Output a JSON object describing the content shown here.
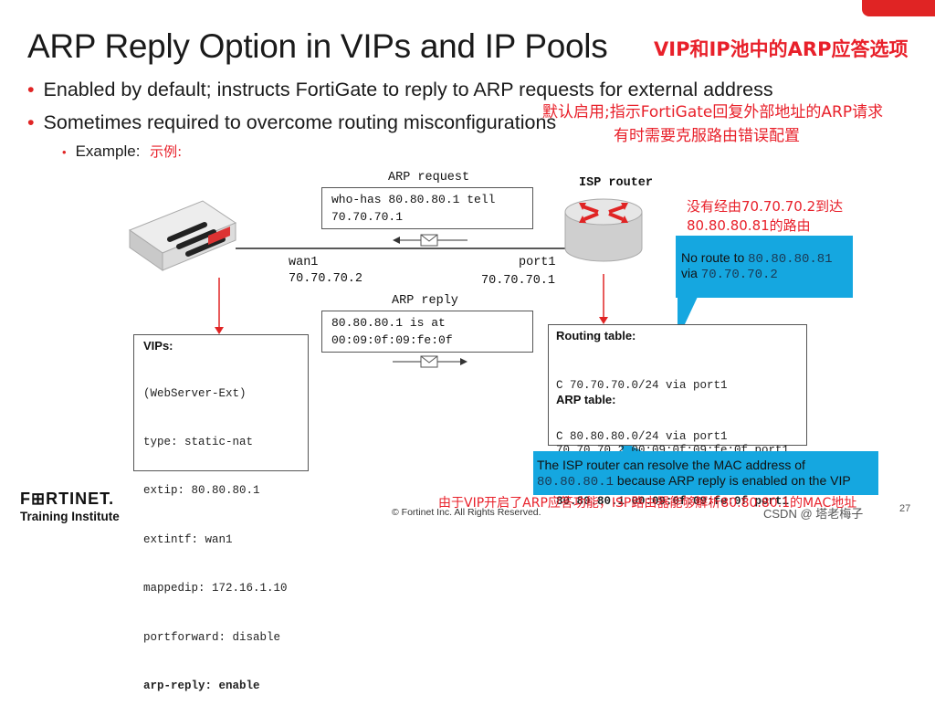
{
  "title": "ARP Reply Option in VIPs and IP Pools",
  "title_cn": "VIP和IP池中的ARP应答选项",
  "bullets": [
    "Enabled by default; instructs FortiGate to reply to ARP requests for external address",
    "Sometimes required to overcome routing misconfigurations"
  ],
  "bullet_cn": [
    "默认启用;指示FortiGate回复外部地址的ARP请求",
    "有时需要克服路由错误配置"
  ],
  "example_label": "Example:",
  "example_cn": "示例:",
  "arp_request": {
    "label": "ARP request",
    "line1": "who-has 80.80.80.1 tell",
    "line2": "70.70.70.1"
  },
  "arp_reply": {
    "label": "ARP reply",
    "line1": "80.80.80.1 is at",
    "line2": "00:09:0f:09:fe:0f"
  },
  "isp_router": "ISP router",
  "wan": {
    "name": "wan1",
    "ip": "70.70.70.2"
  },
  "port": {
    "name": "port1",
    "ip": "70.70.70.1"
  },
  "no_route_cn": {
    "line1": "没有经由70.70.70.2到达",
    "line2": "80.80.80.81的路由"
  },
  "no_route": {
    "pre": "No route to ",
    "ip": "80.80.80.81",
    "via": "via ",
    "via_ip": "70.70.70.2"
  },
  "vips": {
    "heading": "VIPs:",
    "lines": [
      "(WebServer-Ext)",
      "type: static-nat",
      "extip: 80.80.80.1",
      "extintf: wan1",
      "mappedip: 172.16.1.10",
      "portforward: disable"
    ],
    "last": "arp-reply: enable"
  },
  "routing": {
    "heading": "Routing table:",
    "lines": [
      "C 70.70.70.0/24 via port1",
      "C 80.80.80.0/24 via port1"
    ],
    "arp_heading": "ARP table:",
    "arp_line": "70.70.70.2 00:09:0f:09:fe:0f port1",
    "arp_bold": "80.80.80.1 00:09:0f:09:fe:0f port1"
  },
  "resolve": {
    "line1": "The ISP router can resolve the MAC address of",
    "ip": "80.80.80.1",
    "rest": " because ARP reply is enabled on the VIP"
  },
  "resolve_cn": "由于VIP开启了ARP应答功能，ISP路由器能够解析80.80.80.1的MAC地址",
  "brand": "F⊞RTINET.",
  "training": "Training Institute",
  "copyright": "© Fortinet Inc. All Rights Reserved.",
  "page_number": "27",
  "watermark": "CSDN @ 塔老梅子",
  "colors": {
    "accent": "#e02424",
    "callout": "#15a7e0",
    "cn_text": "#e8202a"
  }
}
